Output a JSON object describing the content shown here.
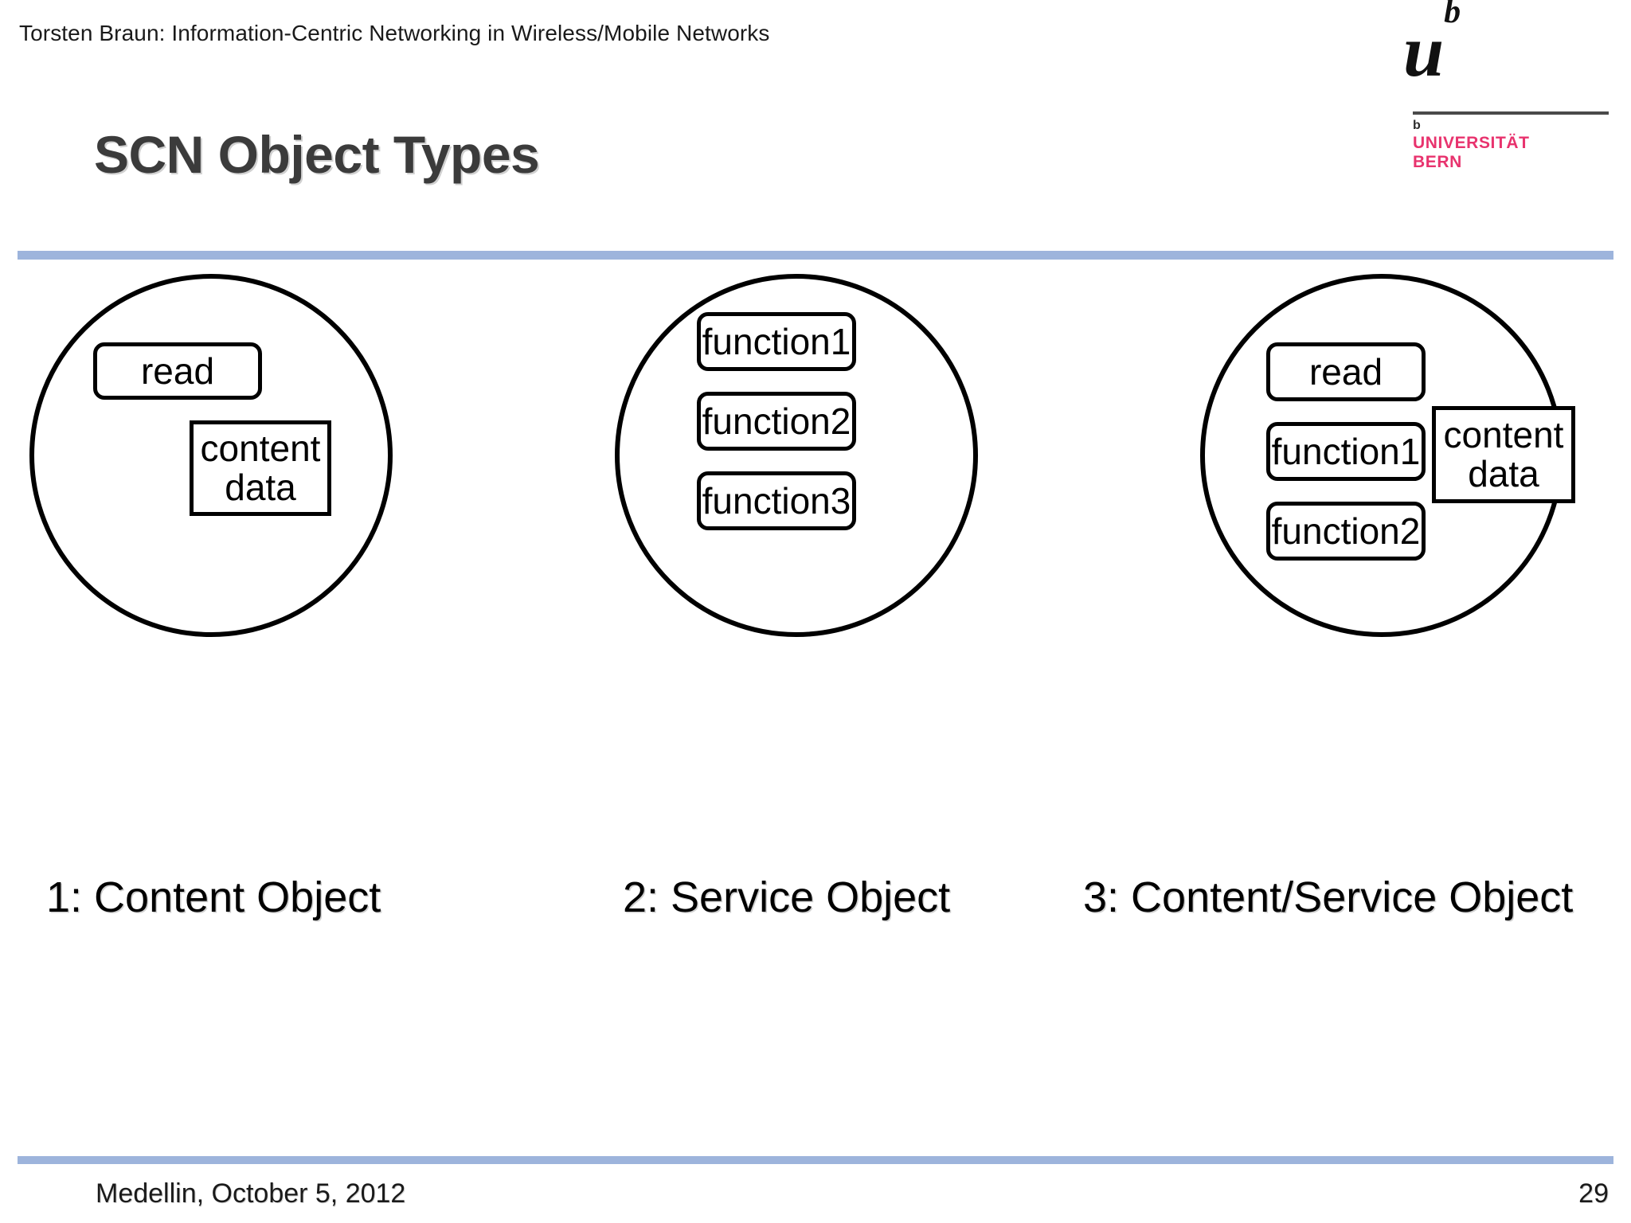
{
  "slide": {
    "header_line": "Torsten Braun: Information-Centric Networking in Wireless/Mobile Networks",
    "title": "SCN Object Types",
    "accent_color": "#9db4dc",
    "logo": {
      "mark_letter": "u",
      "mark_superscript": "b",
      "small_b": "b",
      "wordmark_line1": "UNIVERSITÄT",
      "wordmark_line2": "BERN",
      "wordmark_color": "#e8336e"
    }
  },
  "diagram": {
    "groups": [
      {
        "id": "content-object",
        "caption": "1: Content Object",
        "nodes": [
          {
            "label": "read",
            "shape": "rounded"
          },
          {
            "label": "content\ndata",
            "shape": "square"
          }
        ]
      },
      {
        "id": "service-object",
        "caption": "2: Service Object",
        "nodes": [
          {
            "label": "function1",
            "shape": "rounded"
          },
          {
            "label": "function2",
            "shape": "rounded"
          },
          {
            "label": "function3",
            "shape": "rounded"
          }
        ]
      },
      {
        "id": "content-service-object",
        "caption": "3: Content/Service Object",
        "nodes": [
          {
            "label": "read",
            "shape": "rounded"
          },
          {
            "label": "function1",
            "shape": "rounded"
          },
          {
            "label": "function2",
            "shape": "rounded"
          },
          {
            "label": "content\ndata",
            "shape": "square"
          }
        ]
      }
    ]
  },
  "footer": {
    "location_date": "Medellin, October 5, 2012",
    "page_number": "29"
  }
}
